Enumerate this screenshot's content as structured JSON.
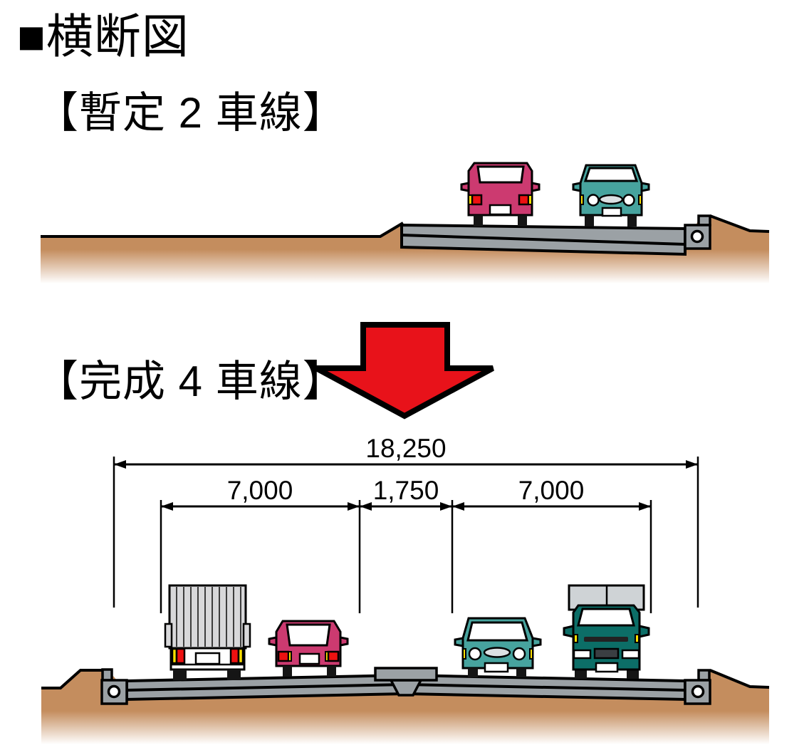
{
  "header": {
    "title": "■横断図"
  },
  "sections": {
    "provisional": {
      "label": "【暫定 2 車線】"
    },
    "completed": {
      "label": "【完成 4 車線】"
    }
  },
  "dimensions": {
    "total_width": "18,250",
    "left_lane": "7,000",
    "median": "1,750",
    "right_lane": "7,000"
  },
  "colors": {
    "arrow_red": "#E8121A",
    "ground_brown": "#C48D5E",
    "road_gray": "#9BA1A5",
    "car_pink": "#CC3A70",
    "car_teal": "#47A39E",
    "truck_teal": "#0C6E67",
    "container_gray": "#D8D8DA",
    "cargo_gray": "#CFD3D6",
    "light_yellow": "#FFE000",
    "light_red": "#EE1111"
  }
}
